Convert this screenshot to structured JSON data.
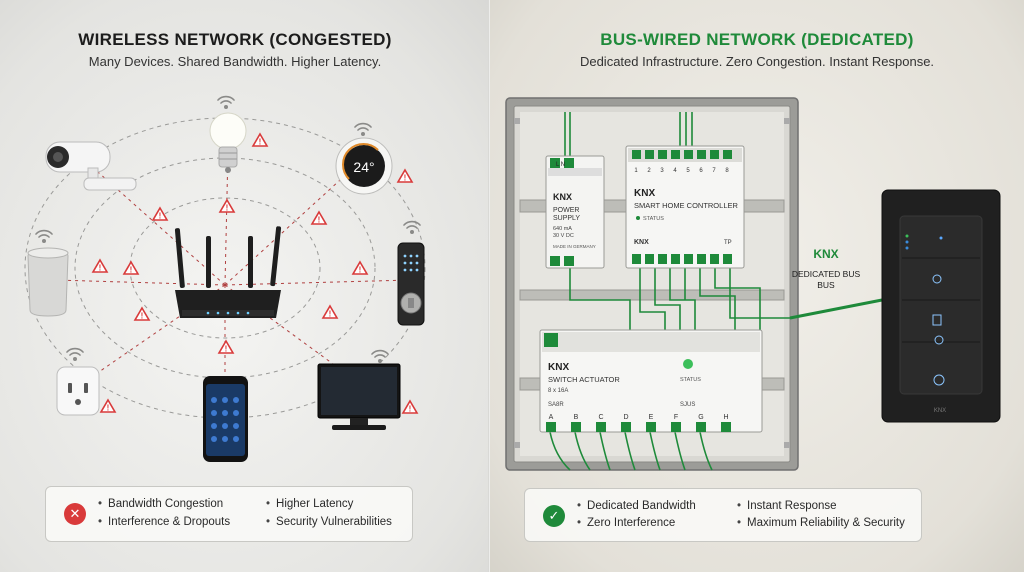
{
  "wireless": {
    "title": "WIRELESS NETWORK (CONGESTED)",
    "subtitle": "Many Devices. Shared Bandwidth. Higher Latency.",
    "thermostat_reading": "24°",
    "status_icon": "x-icon",
    "status_color": "#d93a3a",
    "problems": [
      "Bandwidth Congestion",
      "Interference & Dropouts",
      "Higher Latency",
      "Security Vulnerabilities"
    ]
  },
  "wired": {
    "title": "BUS-WIRED NETWORK (DEDICATED)",
    "subtitle": "Dedicated Infrastructure. Zero Congestion. Instant Response.",
    "accent_color": "#1f8a3a",
    "status_icon": "check-icon",
    "power_supply": {
      "brand": "KNX",
      "ln": "L  N",
      "name_1": "POWER",
      "name_2": "SUPPLY",
      "spec_1": "640 mA",
      "spec_2": "30 V DC",
      "made": "MADE IN GERMANY"
    },
    "controller": {
      "brand": "KNX",
      "name": "SMART HOME CONTROLLER",
      "status": "STATUS",
      "terminals": [
        "1",
        "2",
        "3",
        "4",
        "5",
        "6",
        "7",
        "8"
      ],
      "footer_brand": "KNX",
      "footer_tp": "TP"
    },
    "actuator": {
      "brand": "KNX",
      "name": "SWITCH ACTUATOR",
      "rating": "8 x 16A",
      "status": "STATUS",
      "left_code": "SA8R",
      "right_code": "SJUS",
      "channels": [
        "A",
        "B",
        "C",
        "D",
        "E",
        "F",
        "G",
        "H"
      ]
    },
    "bus_label_brand": "KNX",
    "bus_label_1": "DEDICATED BUS",
    "bus_label_2": "BUS",
    "wall_panel_brand": "KNX",
    "benefits": [
      "Dedicated Bandwidth",
      "Zero Interference",
      "Instant Response",
      "Maximum Reliability & Security"
    ]
  }
}
